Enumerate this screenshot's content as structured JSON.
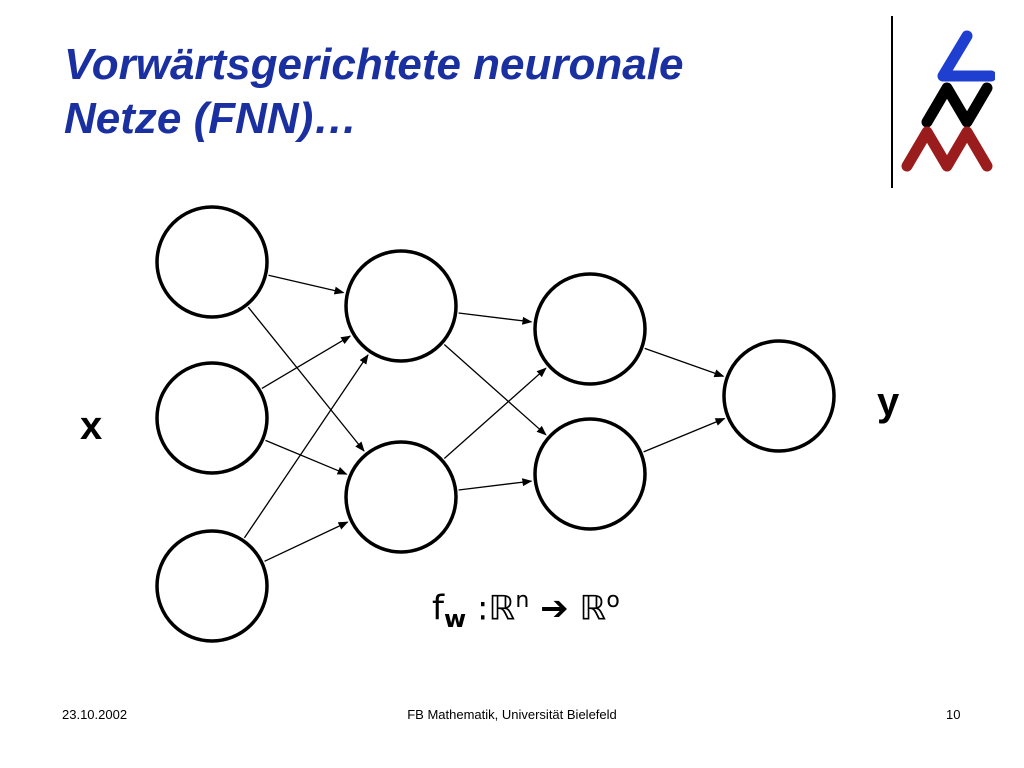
{
  "slide": {
    "title_line1": "Vorwärtsgerichtete neuronale",
    "title_line2": "Netze (FNN)…",
    "input_label": "x",
    "output_label": "y",
    "formula": {
      "f": "f",
      "sub": "w",
      "colon": " :",
      "domain": "ℝ",
      "domain_exp": "n",
      "arrow": " ➔ ",
      "codomain": "ℝ",
      "codomain_exp": "o"
    },
    "footer": {
      "date": "23.10.2002",
      "center": "FB Mathematik, Universität Bielefeld",
      "page": "10"
    }
  },
  "network": {
    "layers": [
      3,
      2,
      2,
      1
    ],
    "connections": [
      [
        0,
        0,
        1,
        0
      ],
      [
        0,
        0,
        1,
        1
      ],
      [
        0,
        1,
        1,
        0
      ],
      [
        0,
        1,
        1,
        1
      ],
      [
        0,
        2,
        1,
        0
      ],
      [
        0,
        2,
        1,
        1
      ],
      [
        1,
        0,
        2,
        0
      ],
      [
        1,
        0,
        2,
        1
      ],
      [
        1,
        1,
        2,
        0
      ],
      [
        1,
        1,
        2,
        1
      ],
      [
        2,
        0,
        3,
        0
      ],
      [
        2,
        1,
        3,
        0
      ]
    ]
  },
  "colors": {
    "title": "#1a2fa0",
    "logo_blue": "#1f3fd1",
    "logo_black": "#000000",
    "logo_red": "#9b1c1c"
  }
}
